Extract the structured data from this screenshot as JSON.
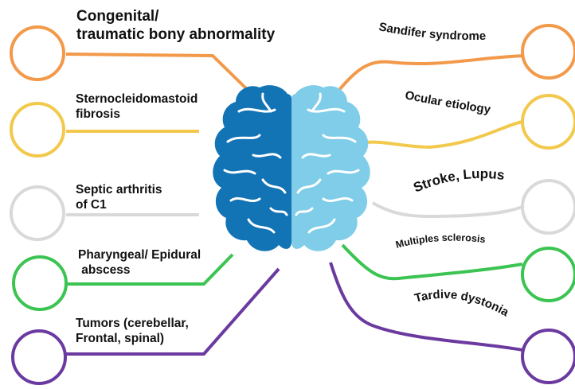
{
  "colors": {
    "orange": "#F2994A",
    "yellow": "#F2C94C",
    "gray": "#D9D9D9",
    "green": "#3CC452",
    "purple": "#6B3AA0",
    "brain_left": "#1273B5",
    "brain_right": "#7FCDE8"
  },
  "left_causes": [
    {
      "line1": "Congenital/",
      "line2": "traumatic bony abnormality",
      "color": "orange"
    },
    {
      "line1": "Sternocleidomastoid",
      "line2": "fibrosis",
      "color": "yellow"
    },
    {
      "line1": "Septic arthritis",
      "line2": "of C1",
      "color": "gray"
    },
    {
      "line1": "Pharyngeal/ Epidural",
      "line2": " abscess",
      "color": "green"
    },
    {
      "line1": "Tumors (cerebellar,",
      "line2": "Frontal, spinal)",
      "color": "purple"
    }
  ],
  "right_causes": [
    {
      "label": "Sandifer syndrome",
      "color": "orange"
    },
    {
      "label": "Ocular etiology",
      "color": "yellow"
    },
    {
      "label": "Stroke, Lupus",
      "color": "gray"
    },
    {
      "label": "Multiples sclerosis",
      "color": "green"
    },
    {
      "label": "Tardive dystonia",
      "color": "purple"
    }
  ]
}
